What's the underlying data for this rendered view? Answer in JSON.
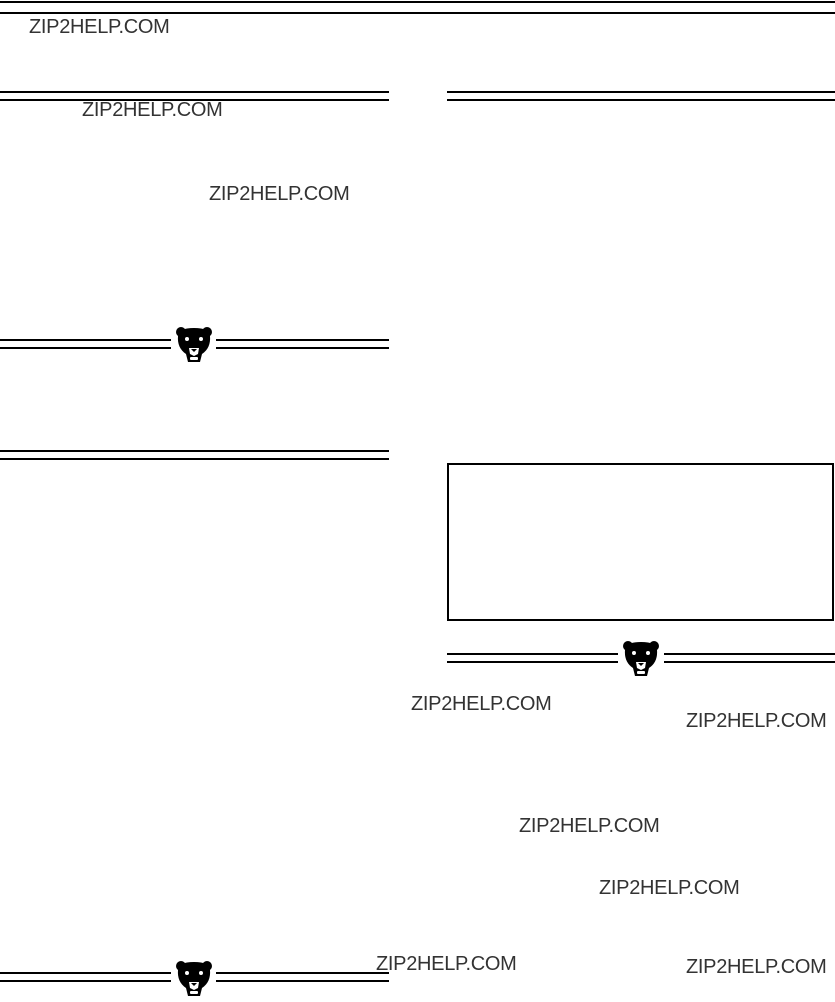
{
  "watermarks": [
    "ZIP2HELP.COM",
    "ZIP2HELP.COM",
    "ZIP2HELP.COM",
    "ZIP2HELP.COM",
    "ZIP2HELP.COM",
    "ZIP2HELP.COM",
    "ZIP2HELP.COM",
    "ZIP2HELP.COM",
    "ZIP2HELP.COM"
  ],
  "colors": {
    "rule": "#000000",
    "watermark": "#333333",
    "background": "#ffffff"
  },
  "icons": {
    "section_ornament": "bear-head-icon"
  }
}
